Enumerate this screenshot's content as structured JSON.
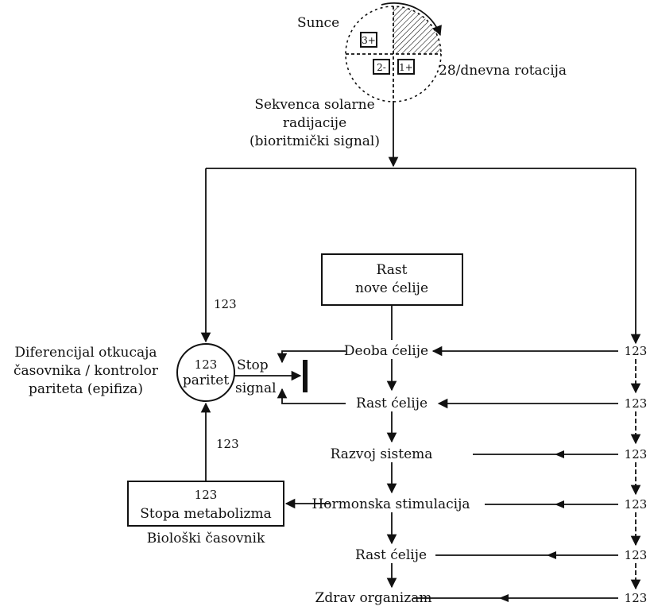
{
  "sun": {
    "label": "Sunce",
    "rotation": "28/dnevna rotacija",
    "q3": "3+",
    "q2": "2-",
    "q1": "1+"
  },
  "radiation": {
    "line1": "Sekvenca solarne",
    "line2": "radijacije",
    "line3": "(bioritmički signal)"
  },
  "boxes": {
    "rast_line1": "Rast",
    "rast_line2": "nove ćelije",
    "meta_num": "123",
    "meta_label": "Stopa metabolizma"
  },
  "clock_label": "Biološki časovnik",
  "paritet": {
    "num": "123",
    "label": "paritet",
    "desc1": "Diferencijal otkucaja",
    "desc2": "časovnika / kontrolor",
    "desc3": "pariteta (epifiza)"
  },
  "stop_signal": {
    "line1": "Stop",
    "line2": "signal"
  },
  "steps": [
    "Deoba ćelije",
    "Rast ćelije",
    "Razvoj sistema",
    "Hormonska stimulacija",
    "Rast ćelije",
    "Zdrav organizam"
  ],
  "right_numbers": [
    "123",
    "123",
    "123",
    "123",
    "123",
    "123"
  ],
  "left_top_num": "123",
  "left_bottom_num": "123"
}
